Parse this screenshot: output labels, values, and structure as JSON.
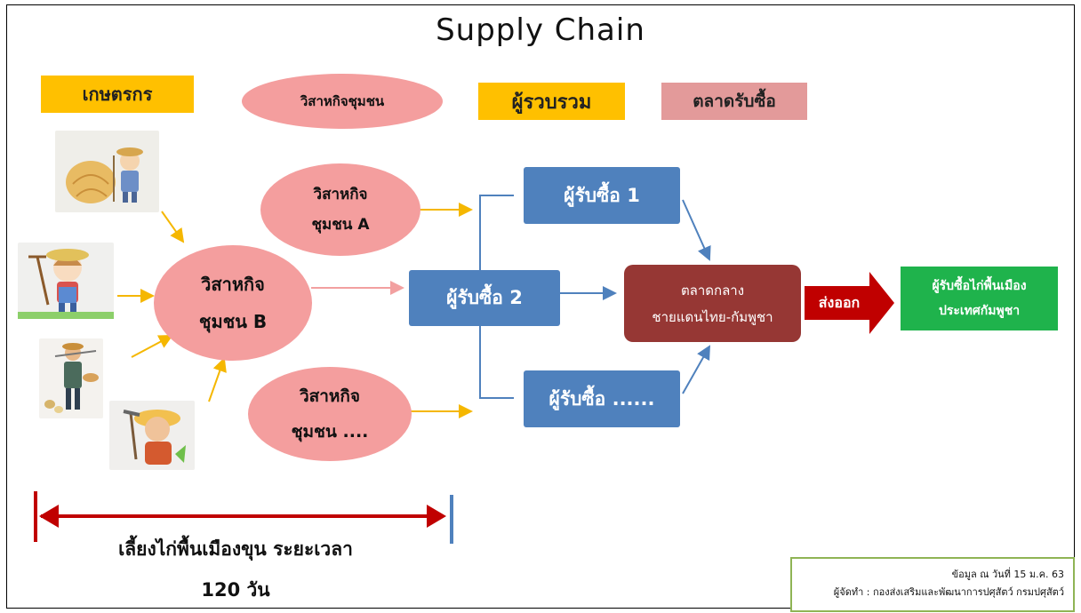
{
  "title": "Supply Chain",
  "legend": {
    "farmer": "เกษตรกร",
    "enterprise": "วิสาหกิจชุมชน",
    "collector": "ผู้รวบรวม",
    "market": "ตลาดรับซื้อ"
  },
  "enterprises": {
    "a": {
      "line1": "วิสาหกิจ",
      "line2": "ชุมชน A"
    },
    "b": {
      "line1": "วิสาหกิจ",
      "line2": "ชุมชน B"
    },
    "c": {
      "line1": "วิสาหกิจ",
      "line2": "ชุมชน ...."
    }
  },
  "buyers": {
    "b1": "ผู้รับซื้อ 1",
    "b2": "ผู้รับซื้อ 2",
    "b3": "ผู้รับซื้อ ......"
  },
  "central_market": {
    "line1": "ตลาดกลาง",
    "line2": "ชายแดนไทย-กัมพูชา"
  },
  "export_label": "ส่งออก",
  "cambodia_buyer": {
    "line1": "ผู้รับซื้อไก่พื้นเมือง",
    "line2": "ประเทศกัมพูชา"
  },
  "timeline": {
    "line1": "เลี้ยงไก่พื้นเมืองขุน ระยะเวลา",
    "line2": "120 วัน"
  },
  "info": {
    "date": "ข้อมูล ณ วันที่ 15 ม.ค. 63",
    "author": "ผู้จัดทำ : กองส่งเสริมและพัฒนาการปศุสัตว์  กรมปศุสัตว์"
  },
  "colors": {
    "yellow": "#ffc000",
    "pink": "#f49e9e",
    "blue": "#4f81bd",
    "maroon": "#963734",
    "green": "#1fb34c",
    "export_arrow": "#c00000",
    "timeline_arrow": "#c00000"
  },
  "icons": [
    "farmer-haystack-icon",
    "farmer-girl-rake-icon",
    "farmer-chickens-icon",
    "farmer-hoe-icon"
  ]
}
